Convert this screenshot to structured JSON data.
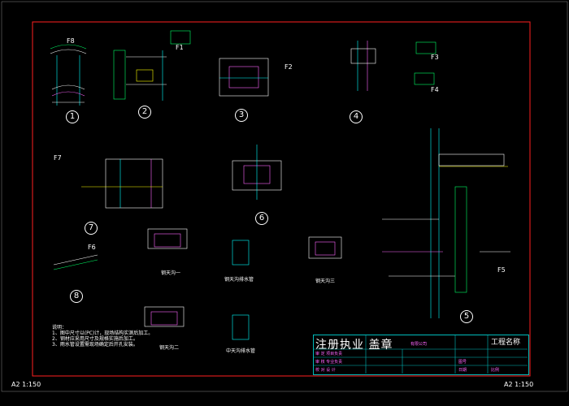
{
  "sheet": {
    "scale_left": "A2 1:150",
    "scale_right": "A2 1:150"
  },
  "details": [
    {
      "id": "1",
      "label": "1"
    },
    {
      "id": "2",
      "label": "2"
    },
    {
      "id": "3",
      "label": "3"
    },
    {
      "id": "4",
      "label": "4"
    },
    {
      "id": "5",
      "label": "5"
    },
    {
      "id": "6",
      "label": "6"
    },
    {
      "id": "7",
      "label": "7"
    },
    {
      "id": "8",
      "label": "8"
    }
  ],
  "section_marks": [
    "F1",
    "F2",
    "F3",
    "F4",
    "F5",
    "F6",
    "F7",
    "F8"
  ],
  "detail_titles": {
    "sink_1": "钢天沟一",
    "sink_2": "钢天沟二",
    "sink_3": "钢天沟三",
    "drain_1": "钢天沟排水管",
    "drain_2": "中天沟排水管"
  },
  "notes": {
    "heading": "说明：",
    "line1": "1、图中尺寸以(PC)计，现场结构实测后加工。",
    "line2": "2、钢材应采用尺寸及规格实施后加工。",
    "line3": "3、雨水管设置需现场确定后开孔安装。"
  },
  "title_block": {
    "stamp_title": "注册执业 盖章",
    "company": "有限公司",
    "row1": "审 定  项目负责",
    "row2": "审 核  专业负责",
    "row3": "校 对  设 计",
    "drawing_no_label": "图号",
    "date_label": "日期",
    "sheet_label": "比例",
    "right_header": "工程名称"
  }
}
